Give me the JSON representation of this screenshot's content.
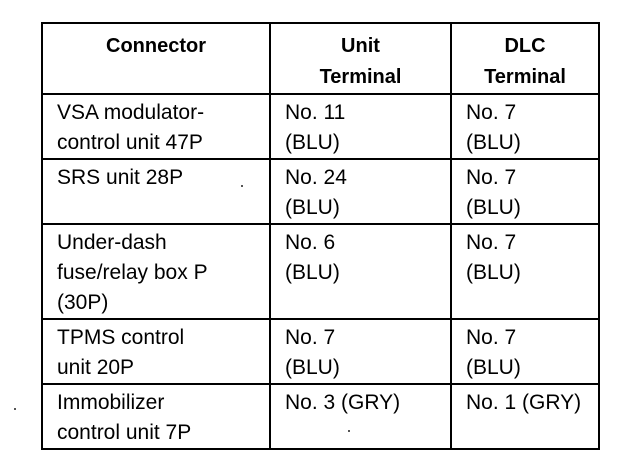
{
  "table": {
    "headers": [
      "Connector",
      "Unit\nTerminal",
      "DLC\nTerminal"
    ],
    "rows": [
      [
        "VSA modulator-\ncontrol unit 47P",
        "No. 11\n(BLU)",
        "No. 7\n(BLU)"
      ],
      [
        "SRS unit 28P",
        "No. 24\n(BLU)",
        "No. 7\n(BLU)"
      ],
      [
        "Under-dash\nfuse/relay box P\n(30P)",
        "No. 6\n(BLU)",
        "No. 7\n(BLU)"
      ],
      [
        "TPMS control\nunit 20P",
        "No. 7\n(BLU)",
        "No. 7\n(BLU)"
      ],
      [
        "Immobilizer\ncontrol unit 7P",
        "No. 3 (GRY)",
        "No. 1 (GRY)"
      ]
    ]
  }
}
